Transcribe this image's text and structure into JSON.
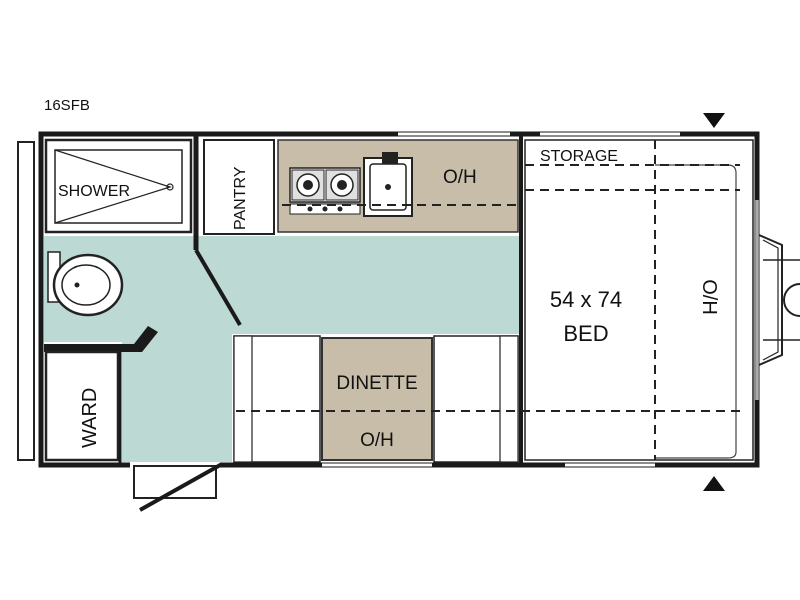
{
  "model": "16SFB",
  "rooms": {
    "shower": "SHOWER",
    "pantry": "PANTRY",
    "kitchen_overhead": "O/H",
    "storage": "STORAGE",
    "bed_size": "54 x 74",
    "bed": "BED",
    "front_overhead": "O/H",
    "dinette": "DINETTE",
    "dinette_overhead": "O/H",
    "wardrobe": "WARD"
  },
  "colors": {
    "floor": "#bcd9d4",
    "cabinet": "#c8bda9",
    "wall": "#1a1a1a",
    "background": "#ffffff"
  },
  "icons": [
    "toilet-icon",
    "stove-burner-icon",
    "sink-icon",
    "triangle-marker-icon",
    "hitch-icon"
  ]
}
